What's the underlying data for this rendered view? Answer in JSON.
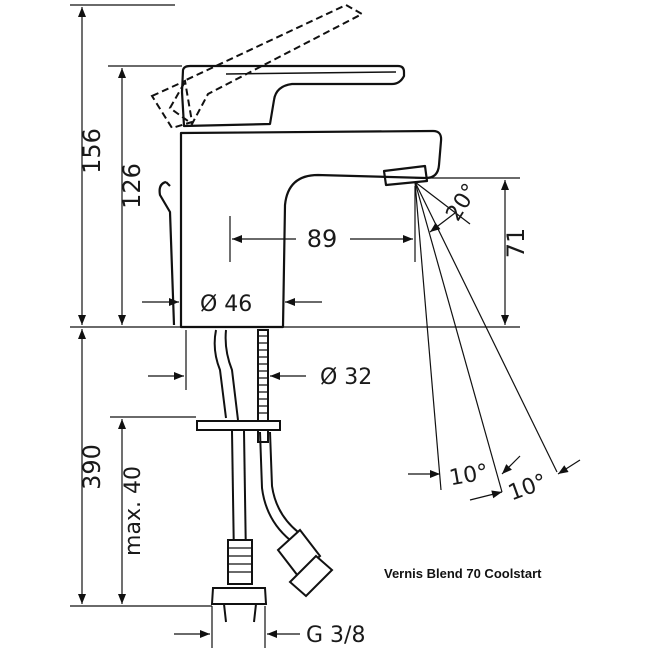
{
  "caption": "Vernis Blend 70 Coolstart",
  "dimensions": {
    "total_height": "156",
    "body_height": "126",
    "spout_reach": "89",
    "spout_height": "71",
    "base_diameter": "Ø 46",
    "hole_diameter": "Ø 32",
    "below_height": "390",
    "deck_thickness": "max. 40",
    "connection": "G 3/8",
    "spray_angle": "20°",
    "angle_a": "10°",
    "angle_b": "10°"
  }
}
